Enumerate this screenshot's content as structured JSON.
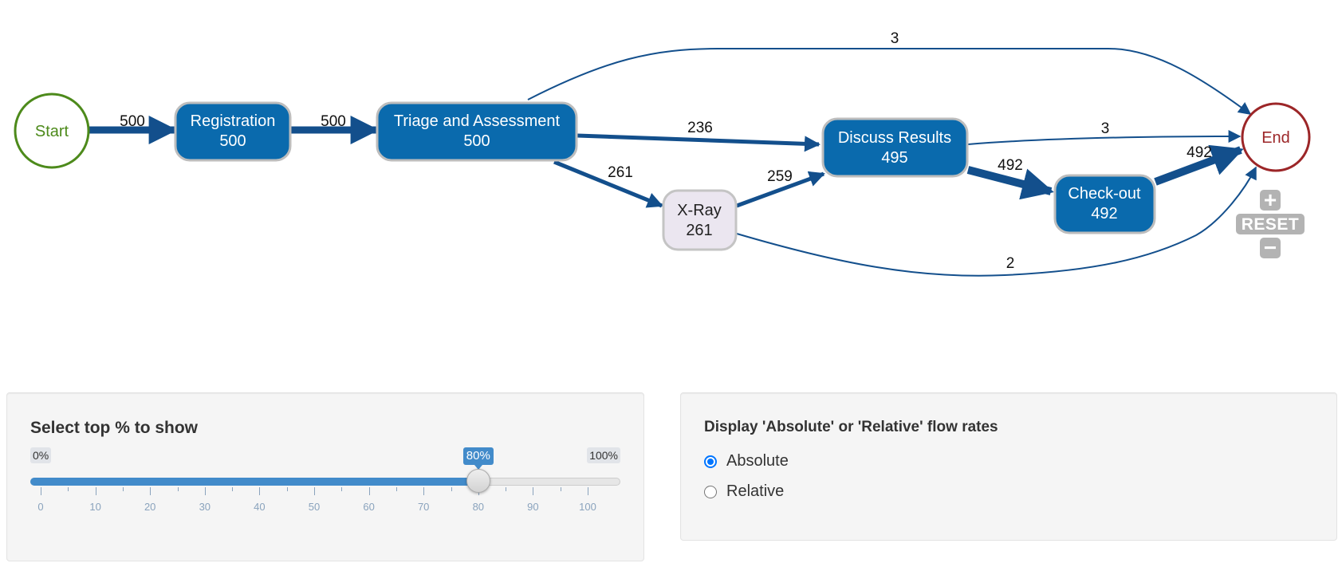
{
  "graph": {
    "nodes": {
      "start": {
        "label": "Start"
      },
      "registration": {
        "label": "Registration",
        "count": "500"
      },
      "triage": {
        "label": "Triage and Assessment",
        "count": "500"
      },
      "xray": {
        "label": "X-Ray",
        "count": "261"
      },
      "discuss": {
        "label": "Discuss Results",
        "count": "495"
      },
      "checkout": {
        "label": "Check-out",
        "count": "492"
      },
      "end": {
        "label": "End"
      }
    },
    "edges": [
      {
        "from": "Start",
        "to": "Registration",
        "label": "500"
      },
      {
        "from": "Registration",
        "to": "Triage and Assessment",
        "label": "500"
      },
      {
        "from": "Triage and Assessment",
        "to": "End",
        "label": "3"
      },
      {
        "from": "Triage and Assessment",
        "to": "Discuss Results",
        "label": "236"
      },
      {
        "from": "Triage and Assessment",
        "to": "X-Ray",
        "label": "261"
      },
      {
        "from": "X-Ray",
        "to": "Discuss Results",
        "label": "259"
      },
      {
        "from": "Discuss Results",
        "to": "End",
        "label": "3"
      },
      {
        "from": "Discuss Results",
        "to": "Check-out",
        "label": "492"
      },
      {
        "from": "Check-out",
        "to": "End",
        "label": "492"
      },
      {
        "from": "X-Ray",
        "to": "End",
        "label": "2"
      }
    ],
    "colors": {
      "activity_fill": "#0a6aad",
      "low_activity_fill": "#ebe6f0",
      "edge": "#134f8c",
      "start_border": "#4d8a1b",
      "end_border": "#9c2628"
    }
  },
  "zoom": {
    "plus": "+",
    "reset": "RESET",
    "minus": "−"
  },
  "slider_panel": {
    "title": "Select top % to show",
    "min_label": "0%",
    "max_label": "100%",
    "value_label": "80%",
    "value": 80,
    "ticks": [
      "0",
      "10",
      "20",
      "30",
      "40",
      "50",
      "60",
      "70",
      "80",
      "90",
      "100"
    ]
  },
  "flow_panel": {
    "title": "Display 'Absolute' or 'Relative' flow rates",
    "options": [
      {
        "label": "Absolute",
        "checked": true
      },
      {
        "label": "Relative",
        "checked": false
      }
    ]
  }
}
